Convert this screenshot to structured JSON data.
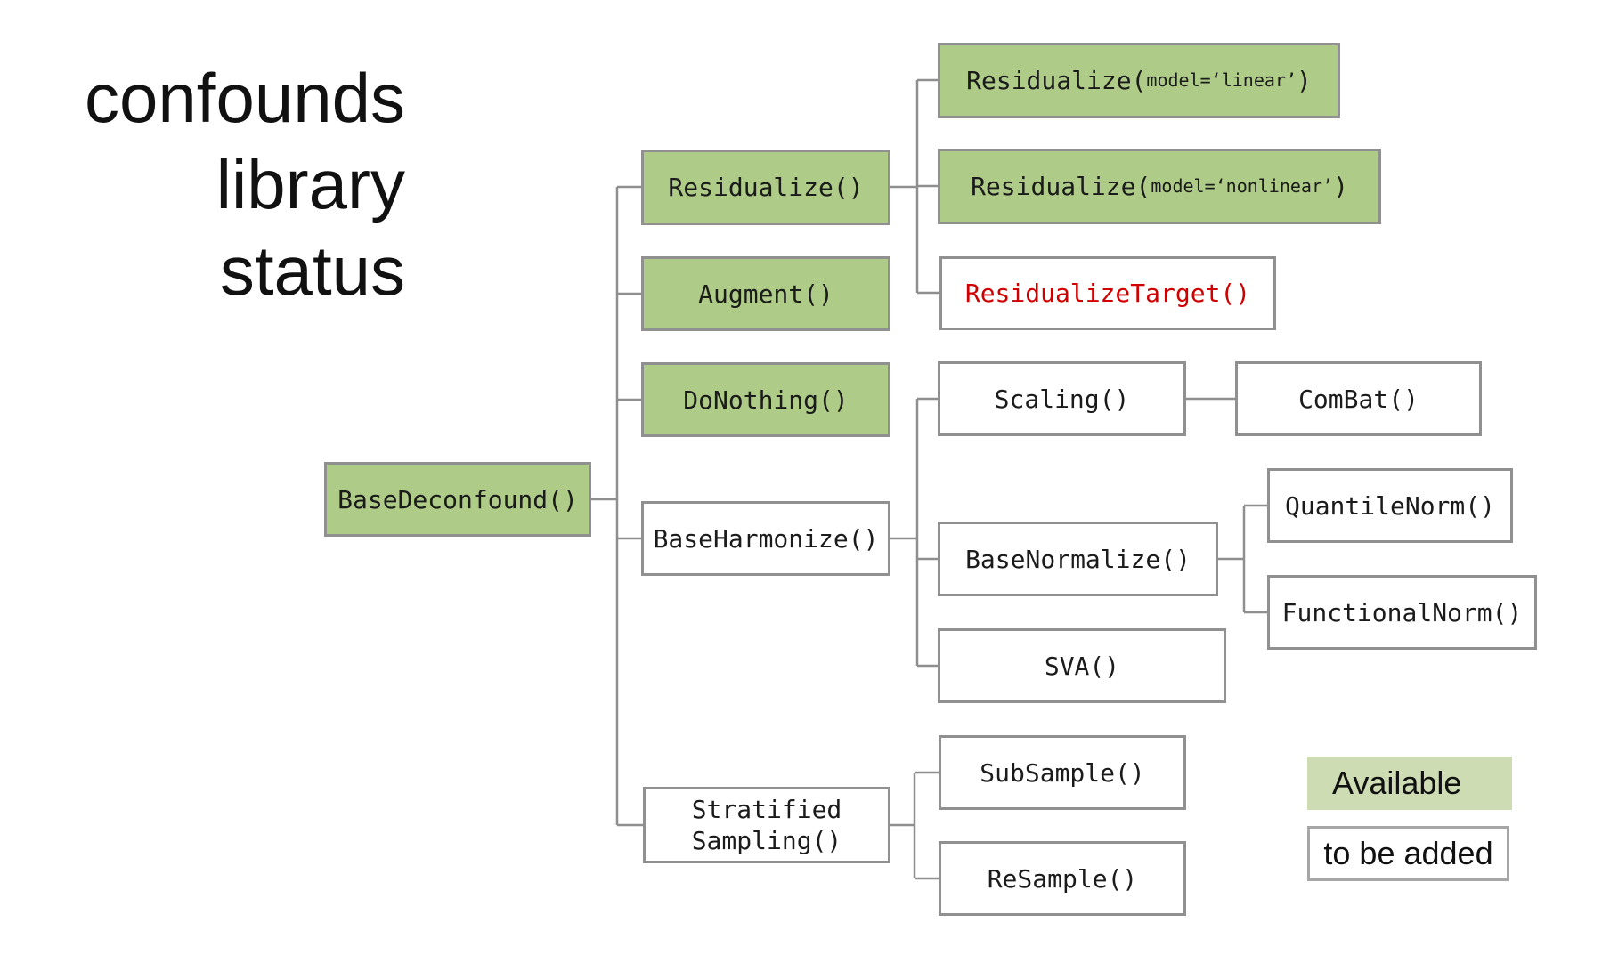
{
  "title": {
    "line1": "confounds",
    "line2": "library",
    "line3": "status"
  },
  "colors": {
    "node_available_fill": "#aecb87",
    "legend_available_fill": "#cddcb3",
    "box_border": "#909090",
    "connector_line": "#8f8f8f",
    "planned_text": "#d00000",
    "text": "#1b1b1b",
    "background": "#ffffff"
  },
  "nodes": {
    "base_deconfound": {
      "label": "BaseDeconfound()",
      "status": "available"
    },
    "residualize": {
      "label": "Residualize()",
      "status": "available"
    },
    "augment": {
      "label": "Augment()",
      "status": "available"
    },
    "do_nothing": {
      "label": "DoNothing()",
      "status": "available"
    },
    "base_harmonize": {
      "label": "BaseHarmonize()",
      "status": "to_be_added"
    },
    "stratified_sampling": {
      "label": "Stratified\nSampling()",
      "status": "to_be_added"
    },
    "residualize_linear": {
      "prefix": "Residualize(",
      "param": "model=‘linear’",
      "suffix": ")",
      "status": "available"
    },
    "residualize_nonlinear": {
      "prefix": "Residualize(",
      "param": "model=‘nonlinear’",
      "suffix": ")",
      "status": "available"
    },
    "residualize_target": {
      "label": "ResidualizeTarget()",
      "status": "to_be_added"
    },
    "scaling": {
      "label": "Scaling()",
      "status": "to_be_added"
    },
    "combat": {
      "label": "ComBat()",
      "status": "to_be_added"
    },
    "base_normalize": {
      "label": "BaseNormalize()",
      "status": "to_be_added"
    },
    "quantile_norm": {
      "label": "QuantileNorm()",
      "status": "to_be_added"
    },
    "functional_norm": {
      "label": "FunctionalNorm()",
      "status": "to_be_added"
    },
    "sva": {
      "label": "SVA()",
      "status": "to_be_added"
    },
    "sub_sample": {
      "label": "SubSample()",
      "status": "to_be_added"
    },
    "re_sample": {
      "label": "ReSample()",
      "status": "to_be_added"
    }
  },
  "edges": [
    [
      "base_deconfound",
      "residualize"
    ],
    [
      "base_deconfound",
      "augment"
    ],
    [
      "base_deconfound",
      "do_nothing"
    ],
    [
      "base_deconfound",
      "base_harmonize"
    ],
    [
      "base_deconfound",
      "stratified_sampling"
    ],
    [
      "residualize",
      "residualize_linear"
    ],
    [
      "residualize",
      "residualize_nonlinear"
    ],
    [
      "residualize",
      "residualize_target"
    ],
    [
      "base_harmonize",
      "scaling"
    ],
    [
      "base_harmonize",
      "base_normalize"
    ],
    [
      "base_harmonize",
      "sva"
    ],
    [
      "scaling",
      "combat"
    ],
    [
      "base_normalize",
      "quantile_norm"
    ],
    [
      "base_normalize",
      "functional_norm"
    ],
    [
      "stratified_sampling",
      "sub_sample"
    ],
    [
      "stratified_sampling",
      "re_sample"
    ]
  ],
  "legend": {
    "available_label": "Available",
    "to_be_added_label": "to be added"
  }
}
